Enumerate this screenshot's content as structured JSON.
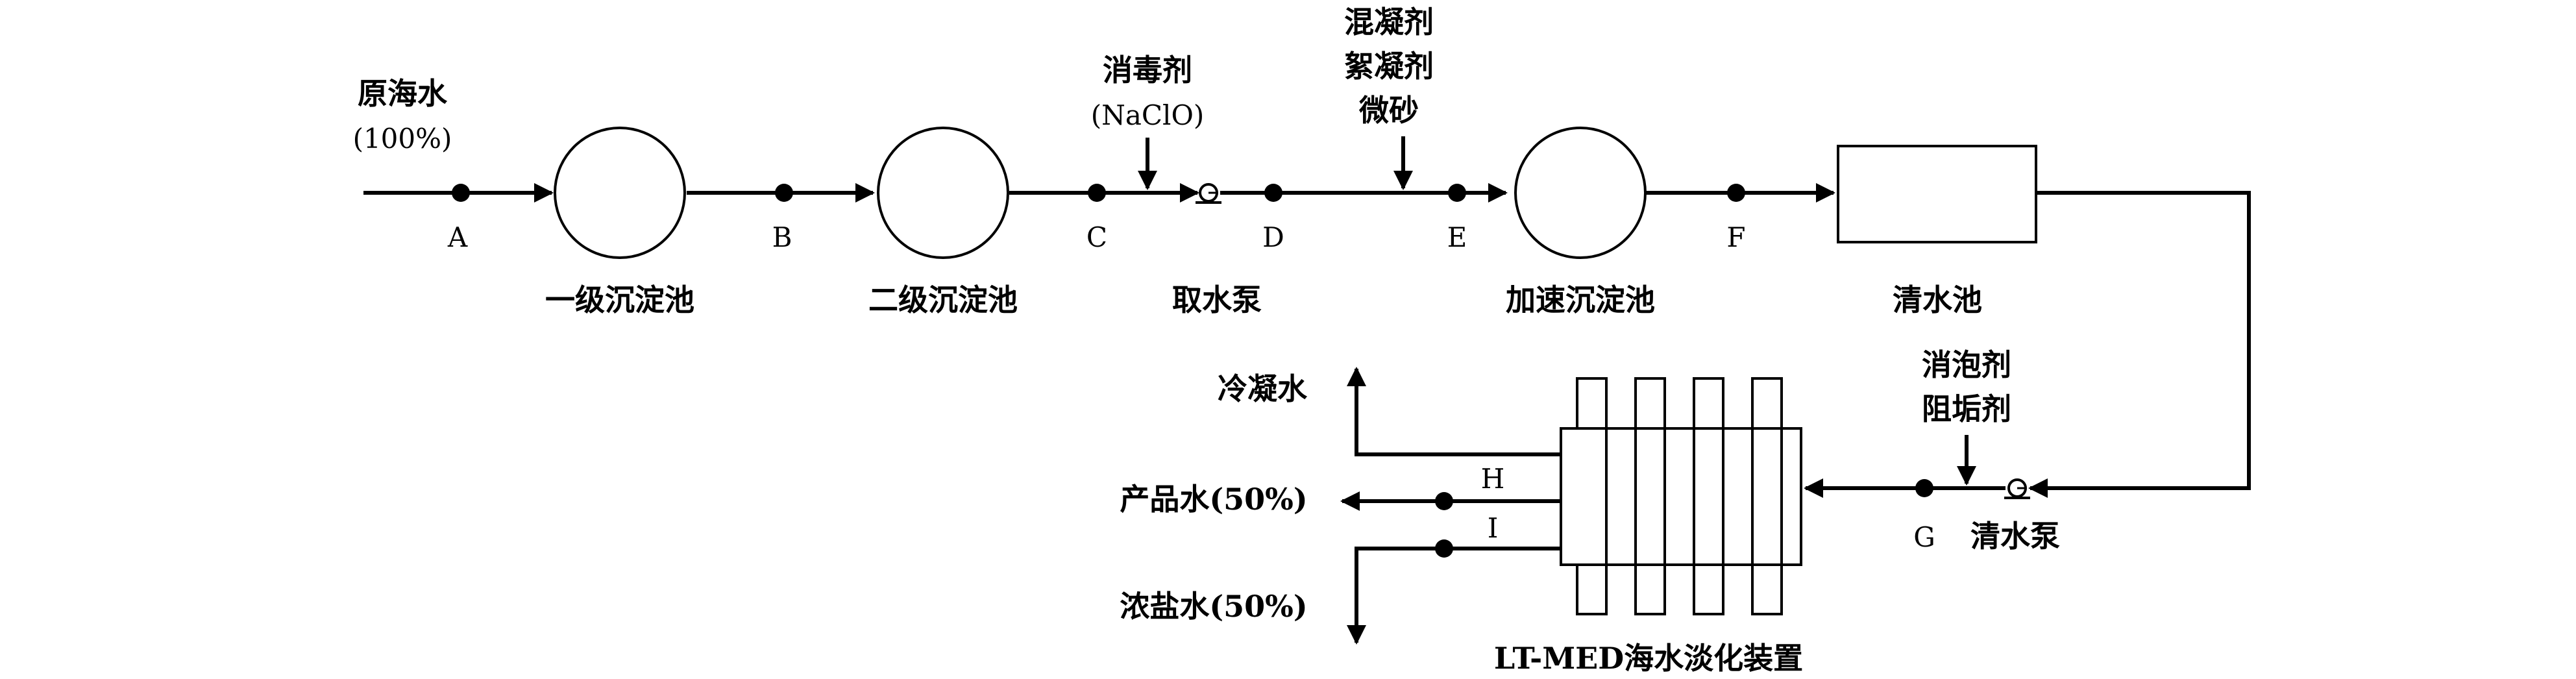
{
  "inlet": {
    "line1": "原海水",
    "line2": "(100%)"
  },
  "points": {
    "A": "A",
    "B": "B",
    "C": "C",
    "D": "D",
    "E": "E",
    "F": "F",
    "G": "G",
    "H": "H",
    "I": "I"
  },
  "units": {
    "primary_tank": "一级沉淀池",
    "secondary_tank": "二级沉淀池",
    "intake_pump": "取水泵",
    "accel_tank": "加速沉淀池",
    "clear_pool": "清水池",
    "clear_pump": "清水泵",
    "med": "LT-MED海水淡化装置"
  },
  "chemicals": {
    "disinfectant": {
      "line1": "消毒剂",
      "line2": "(NaClO)"
    },
    "coagulant": {
      "line1": "混凝剂",
      "line2": "絮凝剂",
      "line3": "微砂"
    },
    "antifoam": {
      "line1": "消泡剂",
      "line2": "阻垢剂"
    }
  },
  "outputs": {
    "condensate": "冷凝水",
    "product": "产品水(50%)",
    "brine": "浓盐水(50%)"
  }
}
